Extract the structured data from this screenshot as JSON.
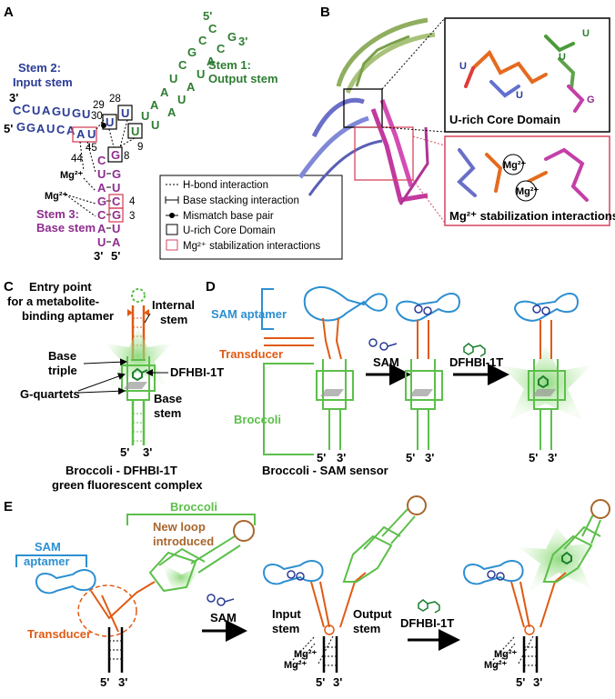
{
  "panels": {
    "a": "A",
    "b": "B",
    "c": "C",
    "d": "D",
    "e": "E"
  },
  "panel_a": {
    "stem1": [
      "Stem 1:",
      "Output stem"
    ],
    "stem2": [
      "Stem 2:",
      "Input stem"
    ],
    "stem3": [
      "Stem 3:",
      "Base stem"
    ],
    "ends": {
      "five": "5'",
      "three": "3'"
    },
    "numbers": [
      "29",
      "28",
      "30",
      "9",
      "8",
      "44",
      "45",
      "4",
      "3"
    ],
    "mg": "Mg²⁺",
    "legend": [
      "H-bond interaction",
      "Base stacking interaction",
      "Mismatch base pair",
      "U-rich Core Domain",
      "Mg²⁺ stabilization interactions"
    ]
  },
  "panel_b": {
    "core_title": "U-rich Core Domain",
    "mg_title": "Mg²⁺ stabilization interactions",
    "mg_label": "Mg²⁺"
  },
  "panel_c": {
    "entry": [
      "Entry point",
      "for a metabolite-",
      "binding aptamer"
    ],
    "internal": [
      "Internal",
      "stem"
    ],
    "base_triple": [
      "Base",
      "triple"
    ],
    "dfhbi": "DFHBI-1T",
    "gq": "G-quartets",
    "base_stem": [
      "Base",
      "stem"
    ],
    "caption": [
      "Broccoli - DFHBI-1T",
      "green fluorescent complex"
    ]
  },
  "panel_d": {
    "sam_aptamer": "SAM aptamer",
    "transducer": "Transducer",
    "broccoli": "Broccoli",
    "sam": "SAM",
    "dfhbi": "DFHBI-1T",
    "caption": "Broccoli - SAM sensor"
  },
  "panel_e": {
    "broccoli": "Broccoli",
    "new_loop": [
      "New loop",
      "introduced"
    ],
    "sam_aptamer": [
      "SAM",
      "aptamer"
    ],
    "transducer": "Transducer",
    "sam": "SAM",
    "input": [
      "Input",
      "stem"
    ],
    "output": [
      "Output",
      "stem"
    ],
    "dfhbi": "DFHBI-1T",
    "mg": "Mg²⁺"
  },
  "colors": {
    "blue": "#2a3b96",
    "green": "#2e7d32",
    "purple": "#8e2c8f",
    "aptamer": "#2d8fd1",
    "transducer": "#e05a14",
    "broccoli": "#5cbf4a",
    "loop": "#a8662c",
    "mgbox": "#d6455f"
  }
}
